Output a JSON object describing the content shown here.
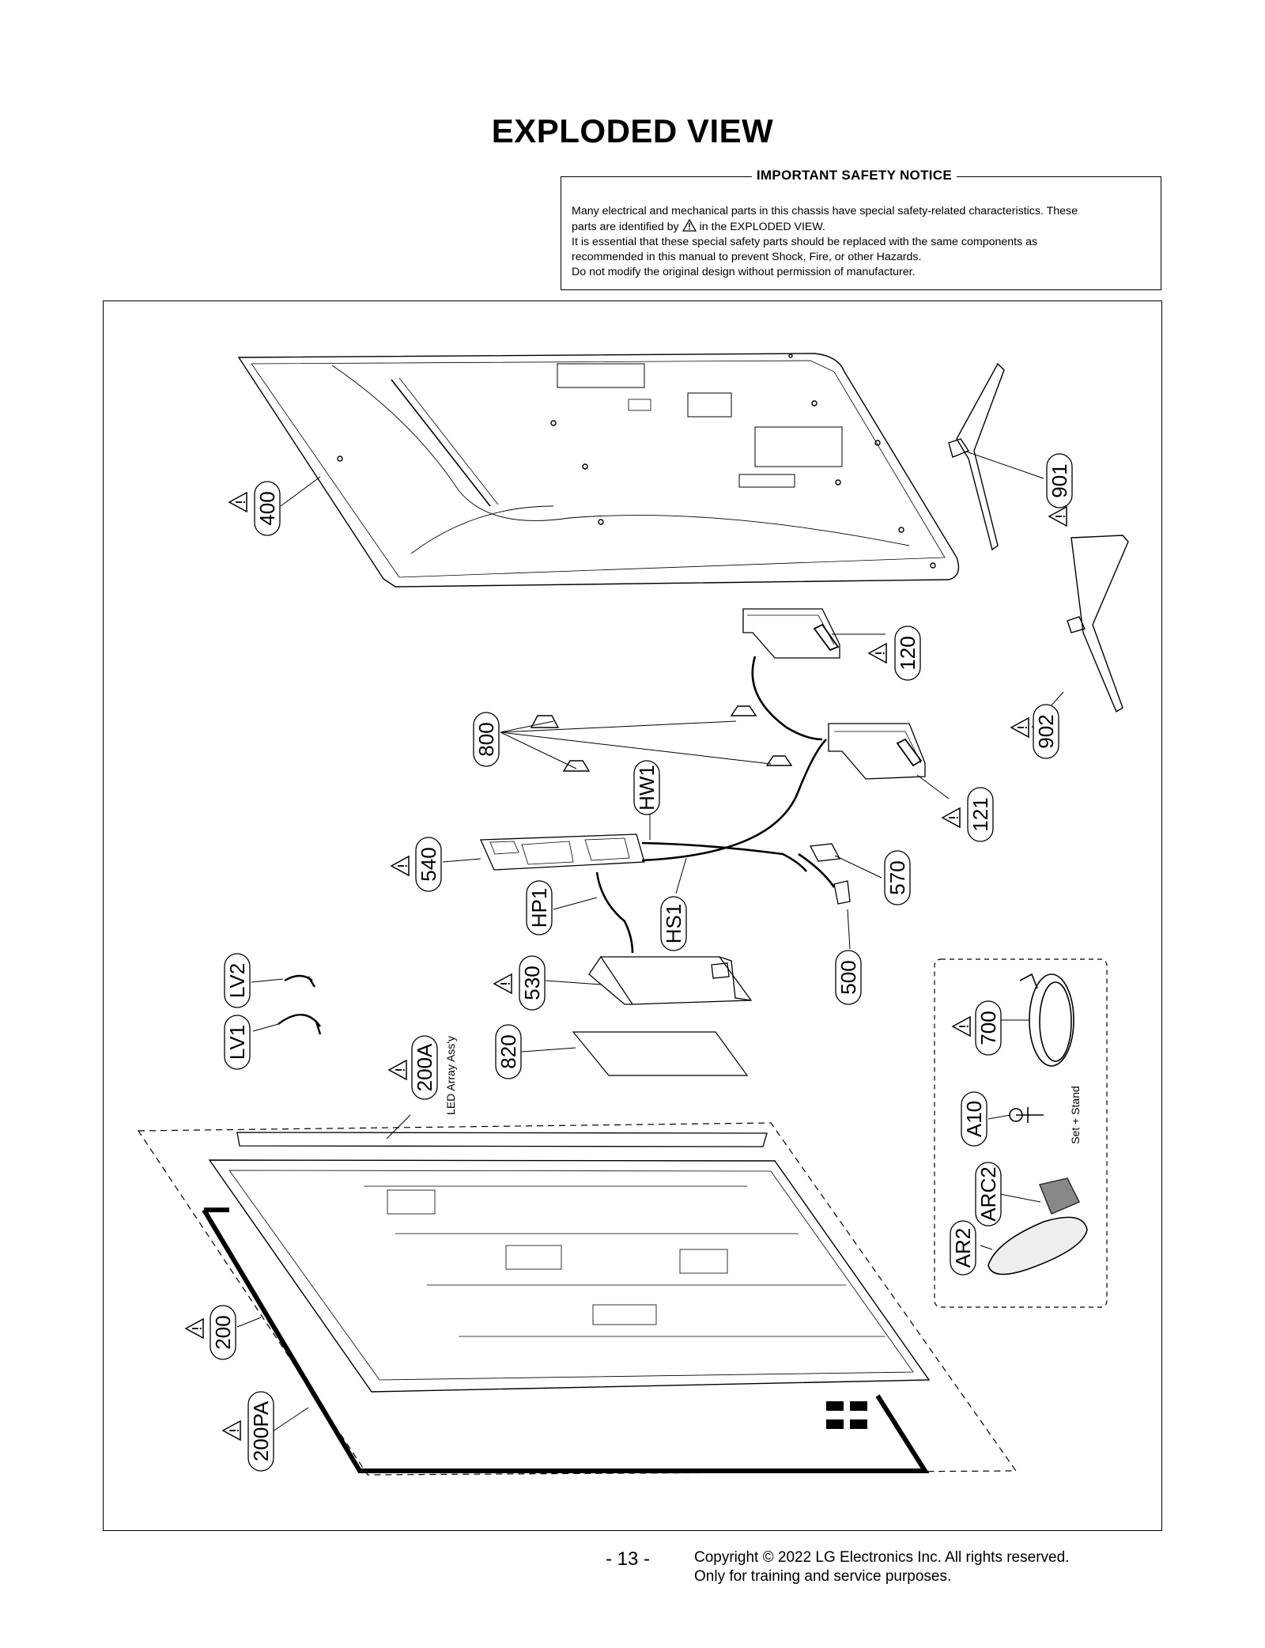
{
  "page": {
    "title": "EXPLODED VIEW",
    "page_number": "- 13 -",
    "copyright_line1": "Copyright © 2022 LG Electronics Inc. All rights reserved.",
    "copyright_line2": "Only for training and service purposes."
  },
  "notice": {
    "title": "IMPORTANT SAFETY NOTICE",
    "line1": "Many electrical and mechanical parts in this chassis have special safety-related characteristics. These",
    "line2_before": "parts are identified by",
    "line2_after": "in the EXPLODED VIEW.",
    "line3": "It is essential that these special safety parts should be replaced with the same components as",
    "line4": "recommended in this manual to prevent Shock, Fire, or other Hazards.",
    "line5": "Do not modify the original design without permission of manufacturer."
  },
  "parts": {
    "p400": "400",
    "p901": "901",
    "p902": "902",
    "p120": "120",
    "p121": "121",
    "p800": "800",
    "hw1": "HW1",
    "p540": "540",
    "p570": "570",
    "hp1": "HP1",
    "hs1": "HS1",
    "p500": "500",
    "p530": "530",
    "lv2": "LV2",
    "lv1": "LV1",
    "p820": "820",
    "p200a": "200A",
    "led_array": "LED Array Ass'y",
    "p700": "700",
    "a10": "A10",
    "set_stand": "Set + Stand",
    "arc2": "ARC2",
    "ar2": "AR2",
    "p200": "200",
    "p200pa": "200PA"
  }
}
